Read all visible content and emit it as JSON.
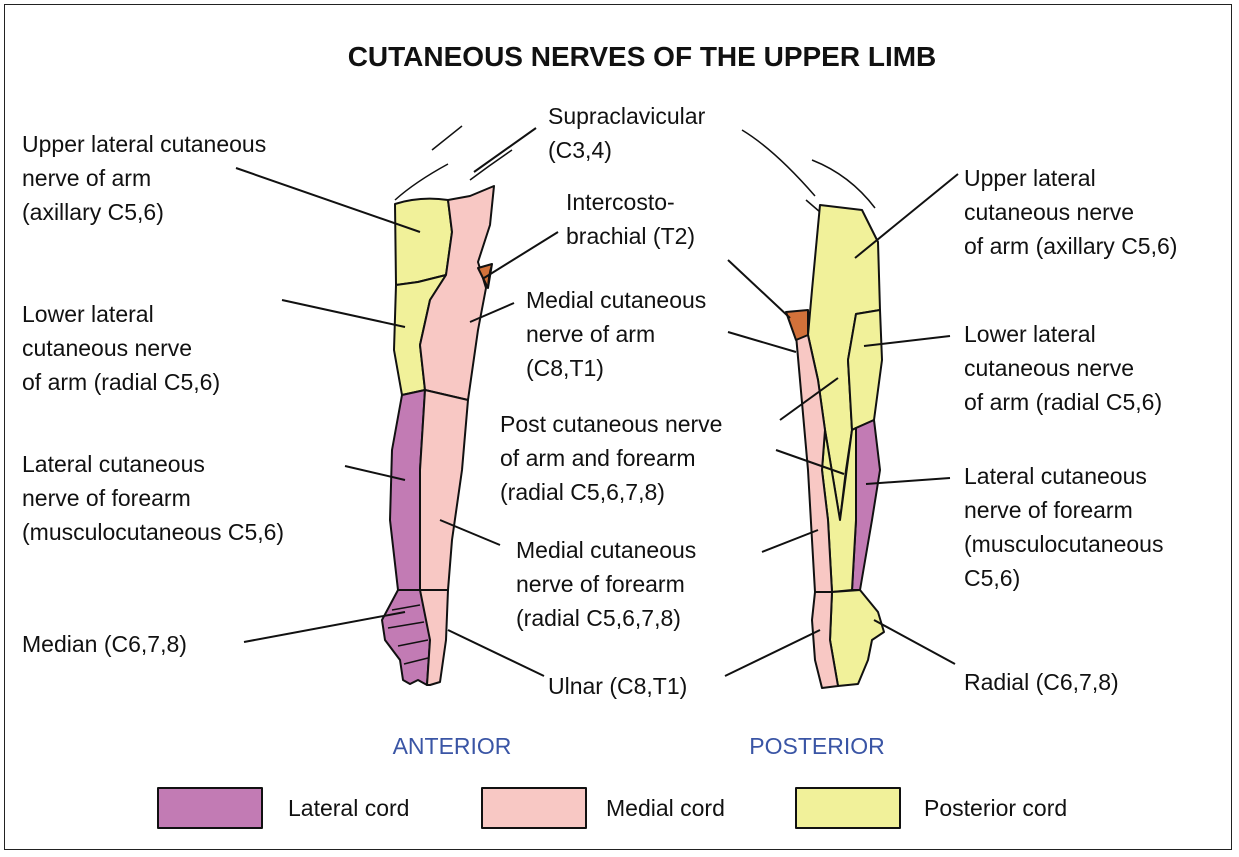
{
  "title": "CUTANEOUS NERVES OF THE UPPER LIMB",
  "colors": {
    "lateral_cord": "#c27bb4",
    "medial_cord": "#f8c8c4",
    "posterior_cord": "#f1f19a",
    "intercostobrachial": "#d2713a",
    "view_label": "#3a55a5"
  },
  "labels": {
    "upper_lateral_left": [
      "Upper lateral cutaneous",
      "nerve of arm",
      "(axillary C5,6)"
    ],
    "lower_lateral_left": [
      "Lower lateral",
      "cutaneous nerve",
      "of arm (radial C5,6)"
    ],
    "lateral_forearm_left": [
      "Lateral cutaneous",
      "nerve of forearm",
      "(musculocutaneous C5,6)"
    ],
    "median": [
      "Median (C6,7,8)"
    ],
    "supraclavicular": [
      "Supraclavicular",
      "(C3,4)"
    ],
    "intercostobrachial": [
      "Intercosto-",
      "brachial (T2)"
    ],
    "medial_arm": [
      "Medial cutaneous",
      "nerve of arm",
      "(C8,T1)"
    ],
    "post_cutaneous": [
      "Post cutaneous nerve",
      "of arm and forearm",
      "(radial C5,6,7,8)"
    ],
    "medial_forearm": [
      "Medial cutaneous",
      "nerve of forearm",
      "(radial C5,6,7,8)"
    ],
    "ulnar": [
      "Ulnar (C8,T1)"
    ],
    "upper_lateral_right": [
      "Upper lateral",
      "cutaneous nerve",
      "of arm (axillary C5,6)"
    ],
    "lower_lateral_right": [
      "Lower lateral",
      "cutaneous nerve",
      "of arm (radial C5,6)"
    ],
    "lateral_forearm_right": [
      "Lateral cutaneous",
      "nerve of forearm",
      "(musculocutaneous",
      "C5,6)"
    ],
    "radial": [
      "Radial (C6,7,8)"
    ]
  },
  "views": {
    "anterior": "ANTERIOR",
    "posterior": "POSTERIOR"
  },
  "legend": [
    {
      "label": "Lateral cord",
      "color": "#c27bb4"
    },
    {
      "label": "Medial cord",
      "color": "#f8c8c4"
    },
    {
      "label": "Posterior cord",
      "color": "#f1f19a"
    }
  ]
}
